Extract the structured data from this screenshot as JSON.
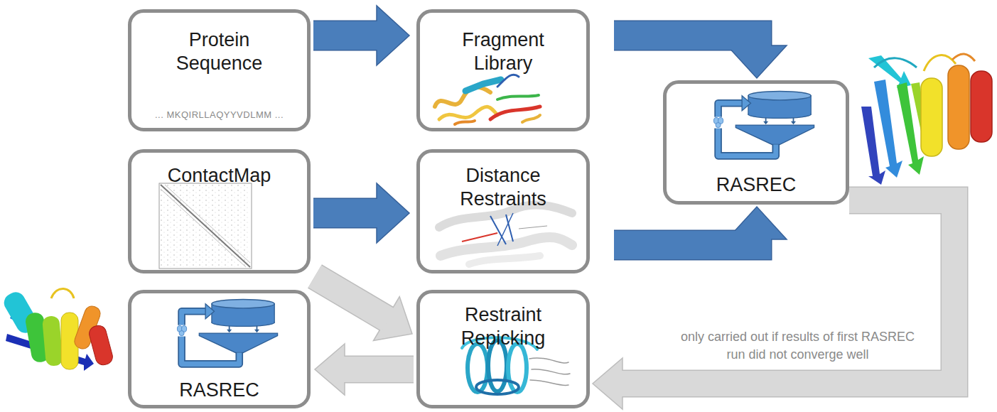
{
  "diagram": {
    "nodes": [
      {
        "text": [
          "Protein Sequence",
          "... MKQIRLLAQYYVDLMM ..."
        ]
      },
      {
        "text": [
          "Fragment Library"
        ]
      },
      {
        "text": [
          "RASREC"
        ]
      },
      {
        "text": [
          "ContactMap"
        ]
      },
      {
        "text": [
          "Distance Restraints"
        ]
      },
      {
        "text": [
          "RASREC"
        ]
      },
      {
        "text": [
          "Restraint Repicking"
        ]
      }
    ],
    "edges": [
      {
        "from": 0,
        "to": 1,
        "arrow": "to"
      },
      {
        "from": 1,
        "to": 2,
        "arrow": "to"
      },
      {
        "from": 3,
        "to": 4,
        "arrow": "to"
      },
      {
        "from": 4,
        "to": 2,
        "arrow": "to"
      },
      {
        "from": 3,
        "to": 6,
        "arrow": "to"
      },
      {
        "from": 2,
        "to": 6,
        "arrow": "to"
      },
      {
        "from": 6,
        "to": 5,
        "arrow": "to"
      }
    ],
    "labels": [
      "only carried out if results of first RASREC run did not converge well"
    ]
  }
}
